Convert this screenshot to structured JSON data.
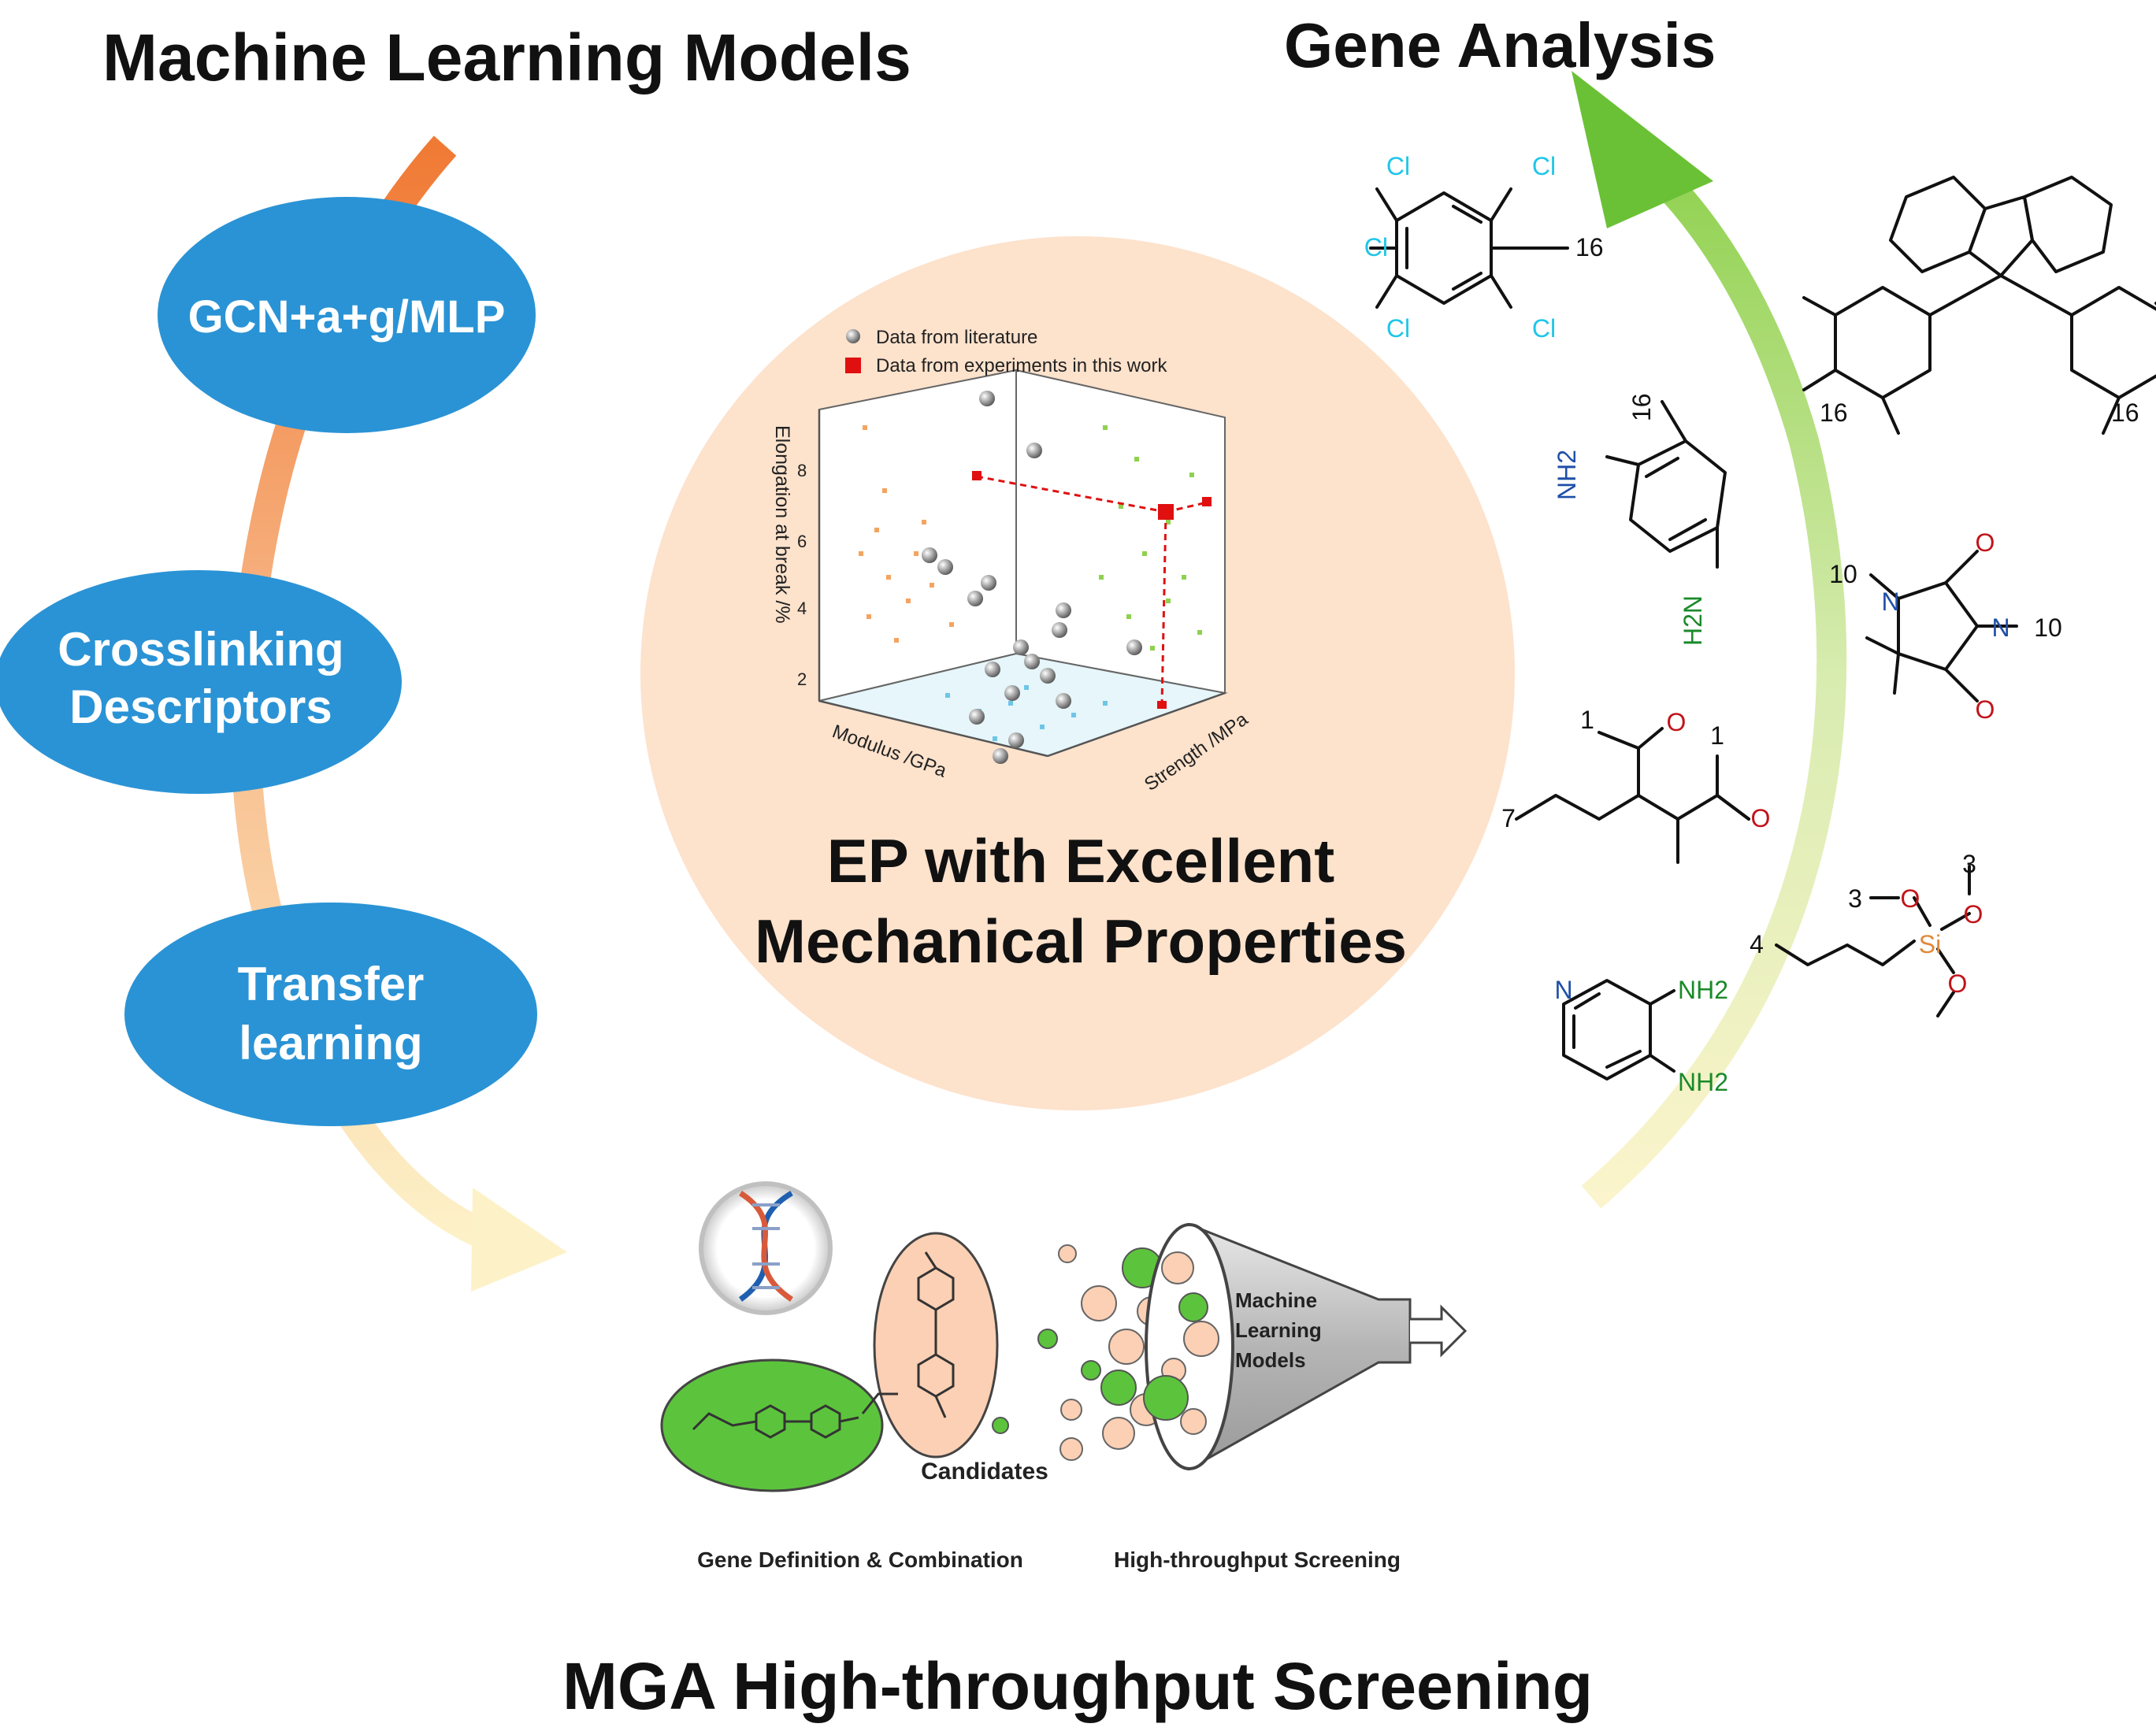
{
  "titles": {
    "ml_models": "Machine Learning Models",
    "gene_analysis": "Gene Analysis",
    "ep_line1": "EP with Excellent",
    "ep_line2": "Mechanical Properties",
    "mga": "MGA High-throughput Screening"
  },
  "left_flow": {
    "step1": "GCN+a+g/MLP",
    "step2_line1": "Crosslinking",
    "step2_line2": "Descriptors",
    "step3_line1": "Transfer",
    "step3_line2": "learning",
    "colors": {
      "ellipse": "#2a93d5",
      "arrow_start": "#f07a34",
      "arrow_end": "#fdf1c8"
    }
  },
  "chart_data": {
    "type": "scatter",
    "dimensions": 3,
    "zlabel": "Elongation at break /%",
    "xlabel": "Modulus /GPa",
    "ylabel": "Strength /MPa",
    "zticks": [
      "2",
      "4",
      "6",
      "8"
    ],
    "series": [
      {
        "name": "Data from literature",
        "marker": "sphere",
        "color": "#9a9a9a"
      },
      {
        "name": "Data from experiments in this work",
        "marker": "square",
        "color": "#e01010"
      }
    ],
    "projection_colors": [
      "#f4a460",
      "#8fd14f",
      "#6ec6e6"
    ]
  },
  "screening": {
    "candidates": "Candidates",
    "funnel_line1": "Machine",
    "funnel_line2": "Learning",
    "funnel_line3": "Models",
    "caption_left": "Gene Definition & Combination",
    "caption_right": "High-throughput Screening"
  },
  "molecules": {
    "m1": {
      "atoms": [
        "Cl",
        "Cl",
        "Cl",
        "Cl",
        "Cl"
      ],
      "index": "16"
    },
    "m2": {
      "indices": [
        "16",
        "16"
      ]
    },
    "m3": {
      "groups": [
        "NH2",
        "H2N"
      ],
      "index": "16"
    },
    "m4": {
      "atoms": [
        "N",
        "N",
        "O",
        "O"
      ],
      "indices": [
        "10",
        "10"
      ]
    },
    "m5": {
      "atoms": [
        "O",
        "O"
      ],
      "indices": [
        "1",
        "1",
        "7"
      ]
    },
    "m6": {
      "atoms": [
        "O",
        "O",
        "O",
        "Si"
      ],
      "indices": [
        "3",
        "3",
        "4"
      ]
    },
    "m7": {
      "atoms": [
        "N"
      ],
      "groups": [
        "NH2",
        "NH2"
      ]
    }
  }
}
